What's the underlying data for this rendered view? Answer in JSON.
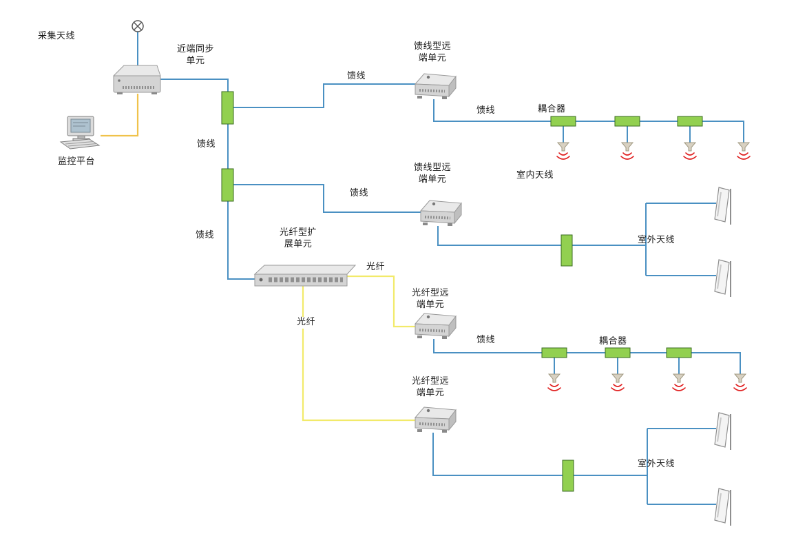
{
  "diagram": {
    "labels": {
      "collection_antenna": "采集天线",
      "near_end_sync_unit": "近端同步\n单元",
      "monitoring_platform": "监控平台",
      "feeder": "馈线",
      "feeder_remote_unit": "馈线型远\n端单元",
      "coupler": "耦合器",
      "indoor_antenna": "室内天线",
      "outdoor_antenna": "室外天线",
      "fiber_expansion_unit": "光纤型扩\n展单元",
      "fiber": "光纤",
      "fiber_remote_unit": "光纤型远\n端单元"
    },
    "colors": {
      "feeder_line": "#4a90c2",
      "fiber_line": "#f2ea6a",
      "monitor_link_line": "#f0c24b",
      "coupler_fill": "#92d050",
      "coupler_stroke": "#3a6b21",
      "wave": "#e02020",
      "device_light": "#e9e9e9",
      "device_mid": "#d4d4d4",
      "device_stroke": "#9a9a9a",
      "label_color": "#1a1a1a"
    }
  }
}
